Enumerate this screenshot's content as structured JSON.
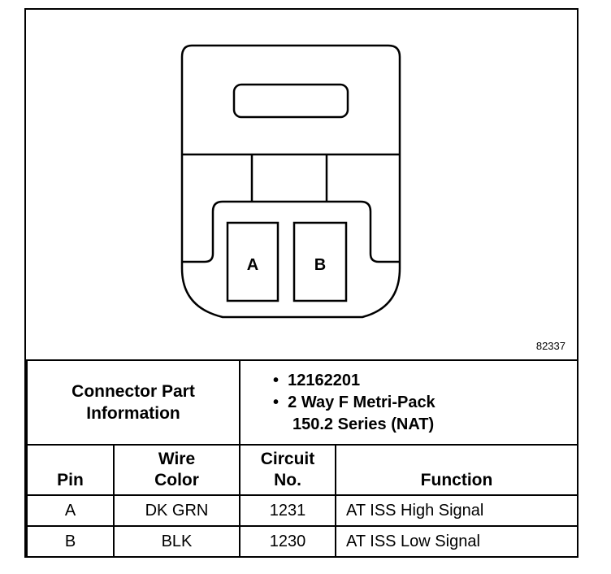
{
  "connector": {
    "pin_labels": [
      "A",
      "B"
    ],
    "figure_id": "82337"
  },
  "part_info": {
    "label_line1": "Connector Part",
    "label_line2": "Information",
    "bullet": "•",
    "part_number": "12162201",
    "desc_line1": "2 Way F Metri-Pack",
    "desc_line2": "150.2 Series (NAT)"
  },
  "table": {
    "headers": {
      "pin": "Pin",
      "wire_line1": "Wire",
      "wire_line2": "Color",
      "circuit_line1": "Circuit",
      "circuit_line2": "No.",
      "function": "Function"
    },
    "rows": [
      {
        "pin": "A",
        "color": "DK GRN",
        "circuit": "1231",
        "function": "AT ISS High Signal"
      },
      {
        "pin": "B",
        "color": "BLK",
        "circuit": "1230",
        "function": "AT ISS Low Signal"
      }
    ]
  }
}
